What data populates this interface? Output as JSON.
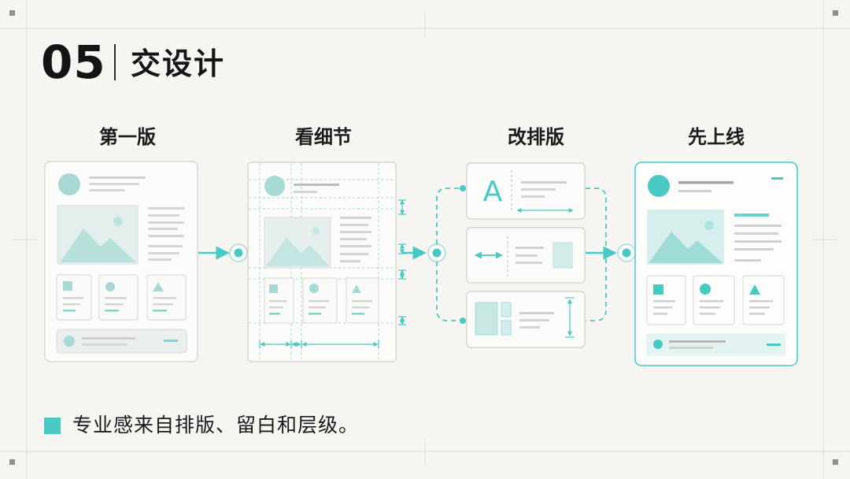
{
  "title": {
    "number": "05",
    "text": "交设计"
  },
  "stages": [
    {
      "label": "第一版"
    },
    {
      "label": "看细节"
    },
    {
      "label": "改排版"
    },
    {
      "label": "先上线"
    }
  ],
  "relayout_icons": {
    "letter": "A"
  },
  "footer": {
    "text": "专业感来自排版、留白和层级。"
  },
  "colors": {
    "accent": "#49c9c3",
    "accent_light": "#c4ebe7",
    "background": "#f6f5f2",
    "gray_ui": "#d9d9d6"
  }
}
